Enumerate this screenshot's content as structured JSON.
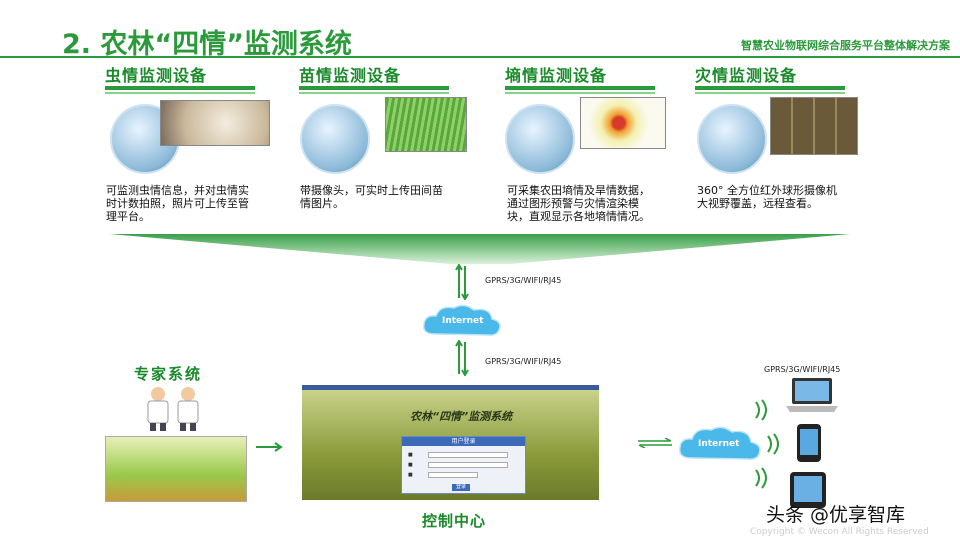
{
  "header": {
    "title": "2. 农林“四情”监测系统",
    "subtitle": "智慧农业物联网综合服务平台整体解决方案"
  },
  "devices": [
    {
      "label": "虫情监测设备",
      "desc": "可监测虫情信息，并对虫情实时计数拍照，照片可上传至管理平台。"
    },
    {
      "label": "苗情监测设备",
      "desc": "带摄像头，可实时上传田间苗情图片。"
    },
    {
      "label": "墒情监测设备",
      "desc": "可采集农田墒情及旱情数据，通过图形预警与灾情渲染模块，直观显示各地墒情情况。"
    },
    {
      "label": "灾情监测设备",
      "desc": "360° 全方位红外球形摄像机大视野覆盖，远程查看。"
    }
  ],
  "network": {
    "link_top": "GPRS/3G/WIFI/RJ45",
    "link_mid": "GPRS/3G/WIFI/RJ45",
    "link_right": "GPRS/3G/WIFI/RJ45",
    "cloud_center": "Internet",
    "cloud_right": "Internet"
  },
  "expert": {
    "label": "专家系统"
  },
  "control": {
    "label": "控制中心",
    "screen_title": "农林“四情”监测系统",
    "login_title": "用户登录",
    "login_button": "登录"
  },
  "overlay": {
    "watermark": "头条 @优享智库",
    "copyright": "Copyright ©   Wecon   All Rights Reserved"
  },
  "colors": {
    "accent": "#2a9a3a"
  }
}
